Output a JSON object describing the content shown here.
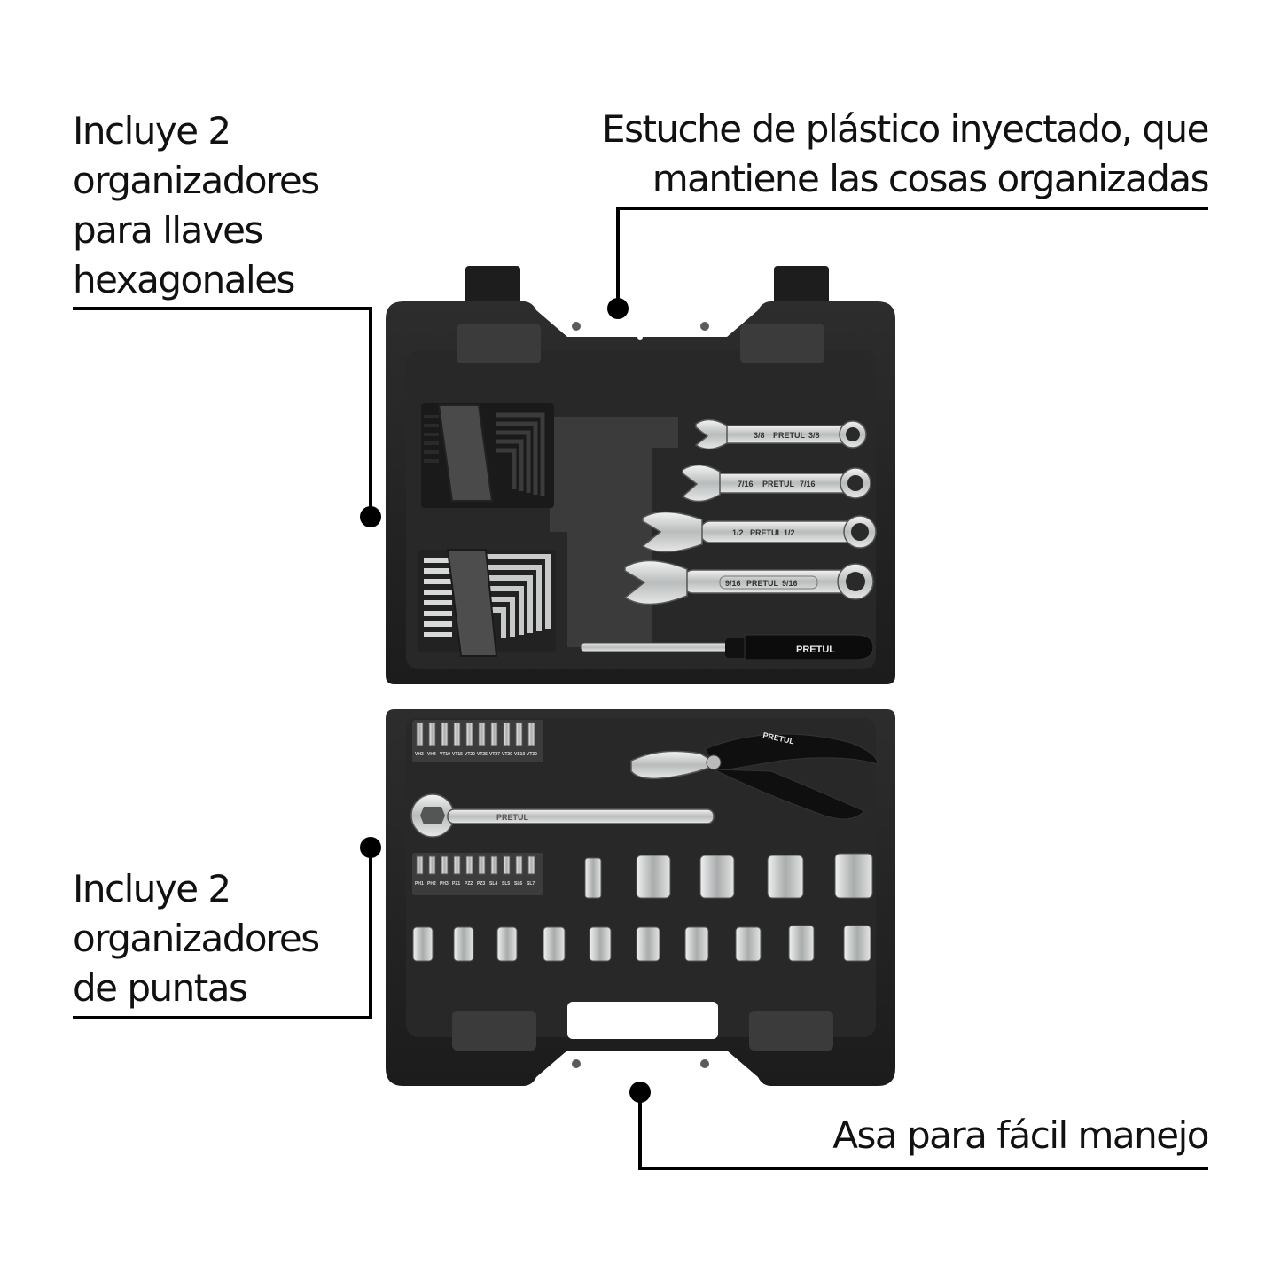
{
  "callouts": {
    "hex_organizers": "Incluye 2\norganizadores\npara llaves\nhexagonales",
    "plastic_case": "Estuche de plástico inyectado, que\nmantiene las cosas organizadas",
    "bit_organizers": "Incluye 2\norganizadores\nde puntas",
    "easy_handle": "Asa para fácil manejo"
  },
  "tool_markings": {
    "brand": "PRETUL",
    "wrench_sizes": [
      "3/8",
      "7/16",
      "1/2",
      "9/16"
    ],
    "bit_labels_top": [
      "VH3",
      "VH4",
      "VT10",
      "VT15",
      "VT20",
      "VT25",
      "VT27",
      "VT30",
      "VS10",
      "VT30"
    ],
    "bit_labels_bottom": [
      "PH1",
      "PH2",
      "PH3",
      "PZ1",
      "PZ2",
      "PZ3",
      "SL4",
      "SL5",
      "SL6",
      "SL7"
    ]
  },
  "colors": {
    "case": "#1e1f1e",
    "case_inner": "#2a2b2a",
    "tray": "#353635",
    "metal": "#c9cbcb",
    "leader_line": "#000000"
  }
}
